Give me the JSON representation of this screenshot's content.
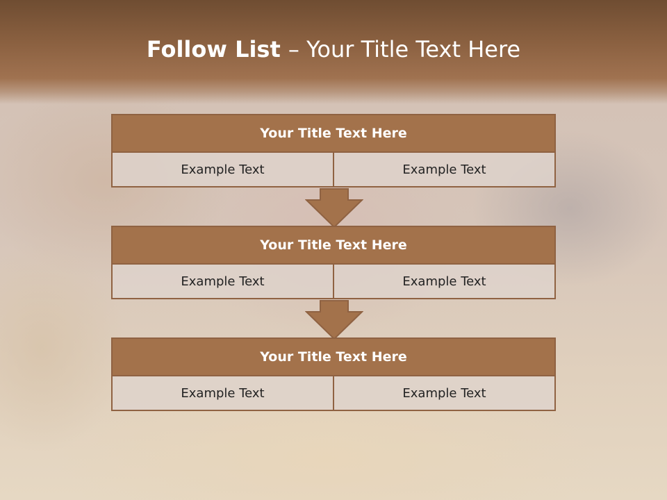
{
  "title": {
    "bold": "Follow List ",
    "rest": " – Your Title Text Here"
  },
  "blocks": [
    {
      "title": "Your Title Text Here",
      "left": "Example Text",
      "right": "Example Text"
    },
    {
      "title": "Your Title Text Here",
      "left": "Example Text",
      "right": "Example Text"
    },
    {
      "title": "Your Title Text Here",
      "left": "Example Text",
      "right": "Example Text"
    }
  ],
  "colors": {
    "header": "#8a6040",
    "block_title": "#a3724b",
    "border": "#8f6242",
    "cell": "#ded3cc"
  }
}
